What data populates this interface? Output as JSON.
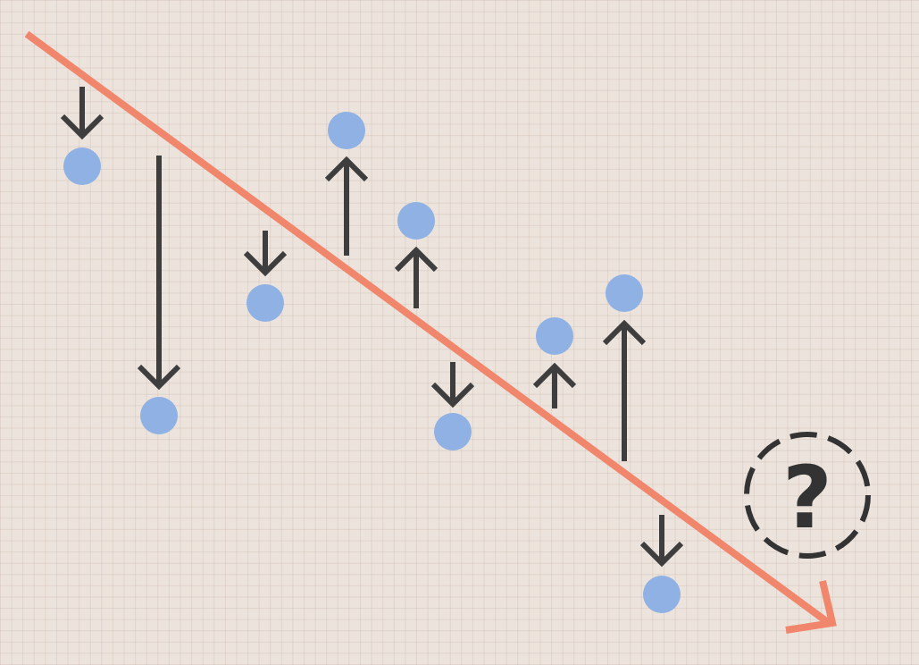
{
  "diagram": {
    "question_glyph": "?",
    "colors": {
      "background": "#ebe3dc",
      "trend_line": "#f0866c",
      "points": "#8fb1e3",
      "residual_arrows": "#3e3e3e",
      "question_badge": "#333333"
    },
    "icons": {
      "data_point": "circle",
      "residual": "arrow",
      "unknown": "question-mark-dashed-circle"
    }
  }
}
